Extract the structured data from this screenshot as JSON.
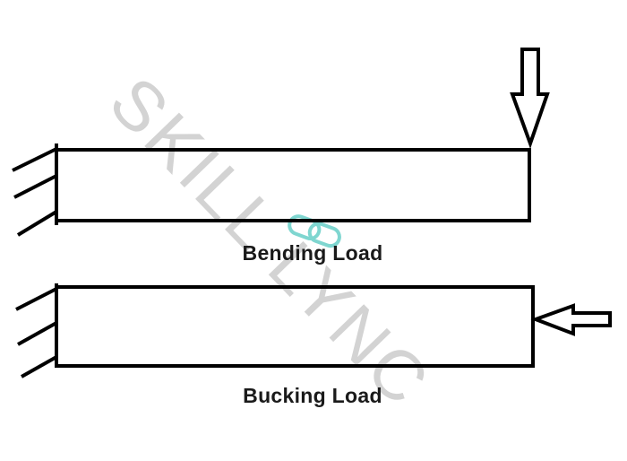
{
  "diagram": {
    "bending": {
      "label": "Bending Load"
    },
    "buckling": {
      "label": "Bucking Load"
    }
  },
  "watermark": {
    "text": "SKILL LYNC",
    "color": "#d3d3d3",
    "logo_color": "#7fd6d0"
  },
  "colors": {
    "stroke": "#000000",
    "background": "#ffffff"
  }
}
